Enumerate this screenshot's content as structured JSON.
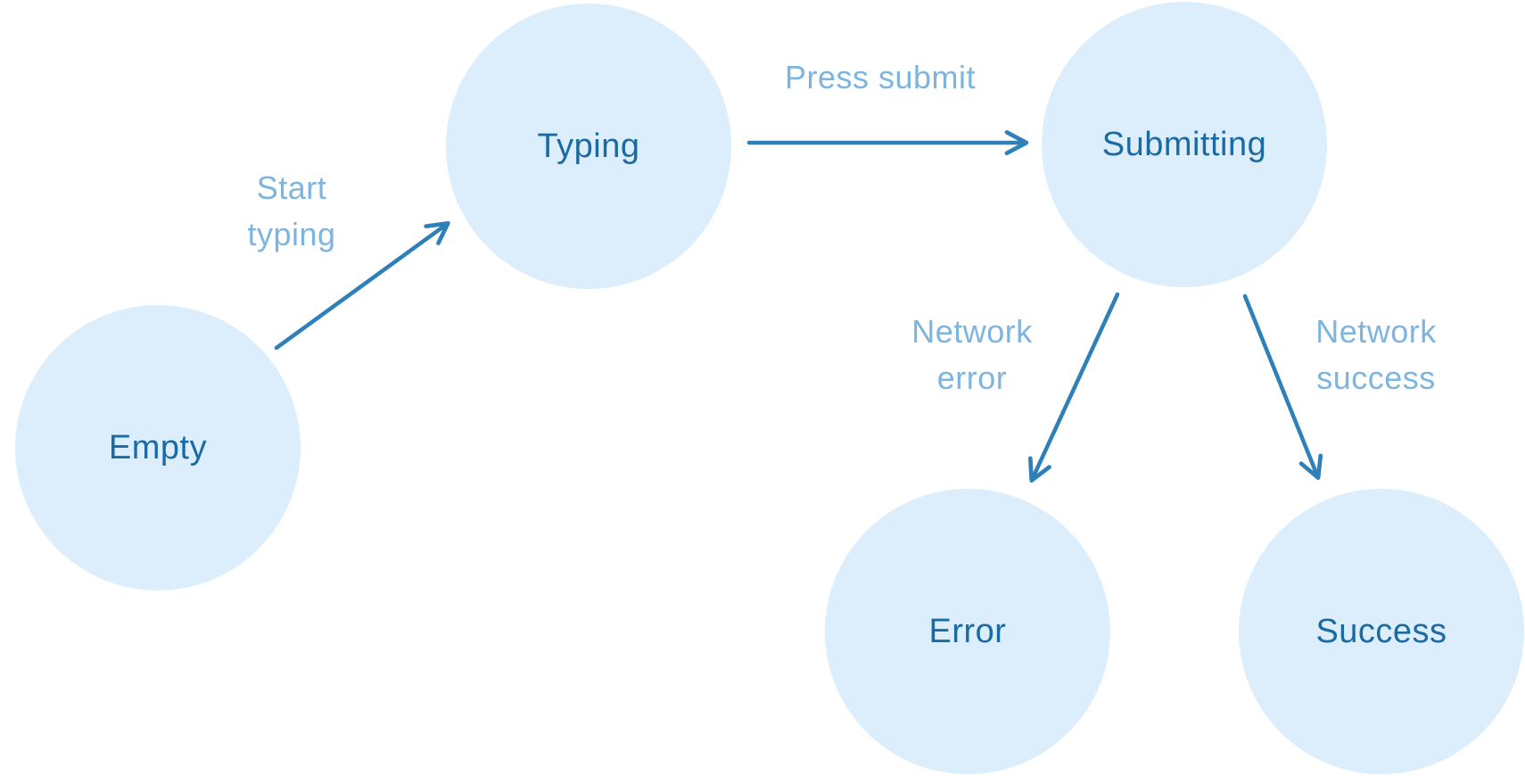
{
  "diagram": {
    "type": "state-machine",
    "nodes": {
      "empty": {
        "label": "Empty"
      },
      "typing": {
        "label": "Typing"
      },
      "submitting": {
        "label": "Submitting"
      },
      "error": {
        "label": "Error"
      },
      "success": {
        "label": "Success"
      }
    },
    "edges": {
      "start_typing": {
        "from": "empty",
        "to": "typing",
        "label": "Start typing"
      },
      "press_submit": {
        "from": "typing",
        "to": "submitting",
        "label": "Press submit"
      },
      "network_error": {
        "from": "submitting",
        "to": "error",
        "label": "Network error"
      },
      "network_success": {
        "from": "submitting",
        "to": "success",
        "label": "Network success"
      }
    },
    "colors": {
      "node_fill": "#dcedfb",
      "node_text": "#1a6ba3",
      "arrow": "#2f80b9",
      "edge_label_text": "#7eb5de"
    }
  }
}
